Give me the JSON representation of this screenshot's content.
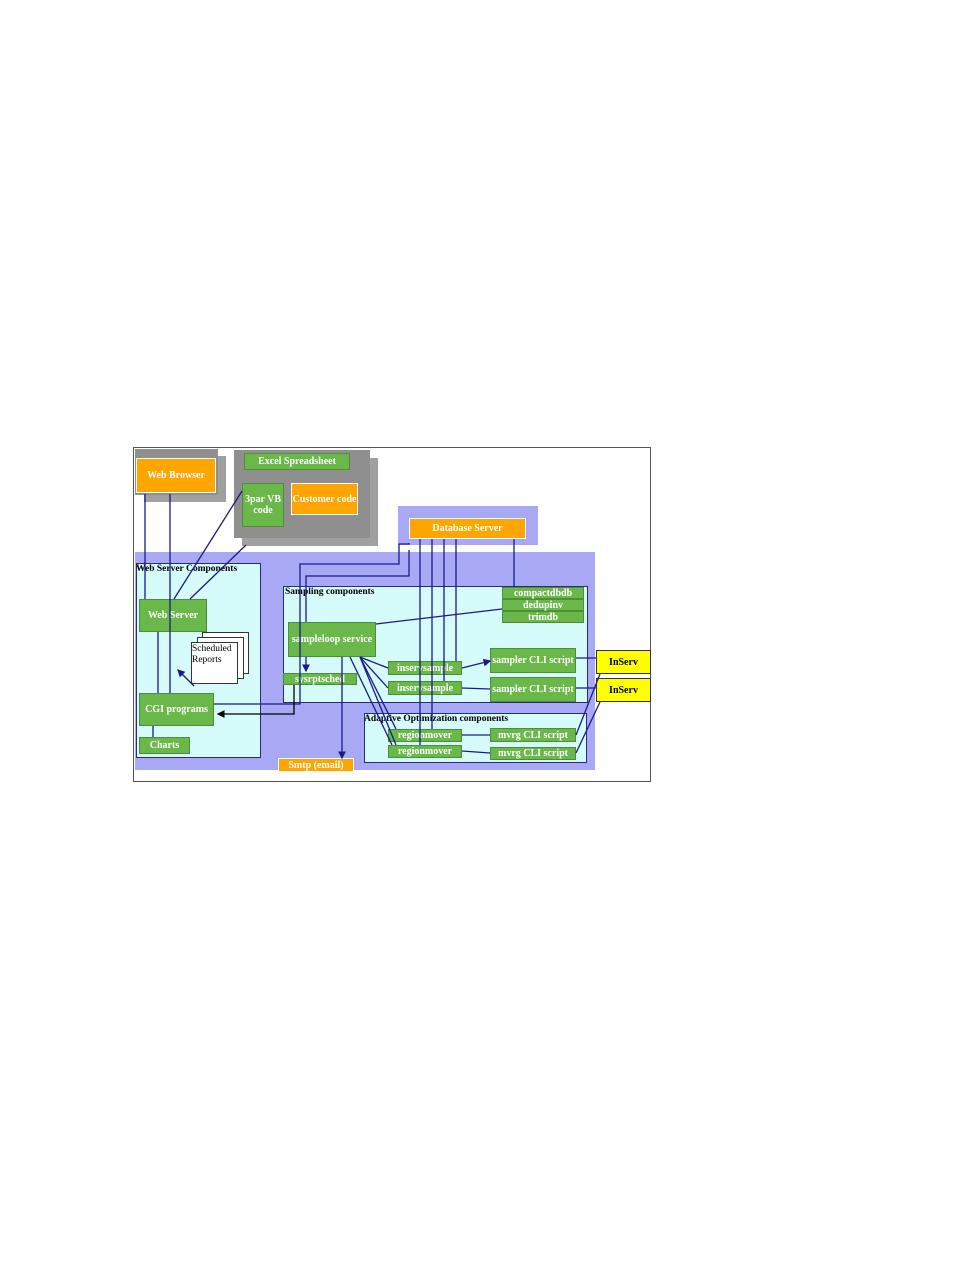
{
  "labels": {
    "web_browser": "Web Browser",
    "excel_spreadsheet": "Excel Spreadsheet",
    "vb_code": "3par VB code",
    "customer_code": "Customer code",
    "database_server": "Database Server",
    "web_server_components": "Web Server Components",
    "web_server": "Web Server",
    "scheduled_reports": "Scheduled Reports",
    "cgi_programs": "CGI programs",
    "charts": "Charts",
    "sampling_components": "Sampling components",
    "compactdbdb": "compactdbdb",
    "dedupinv": "dedupinv",
    "trimdb": "trimdb",
    "sampleloop_service": "sampleloop service",
    "sysrptsched": "sysrptsched",
    "inservsample_1": "inservsample",
    "inservsample_2": "inservsample",
    "sampler_cli_1": "sampler CLI script",
    "sampler_cli_2": "sampler CLI script",
    "inserv_1": "InServ",
    "inserv_2": "InServ",
    "adaptive_optimization_components": "Adaptive Optimization components",
    "regionmover_1": "regionmover",
    "regionmover_2": "regionmover",
    "mvrg_cli_1": "mvrg CLI script",
    "mvrg_cli_2": "mvrg CLI script",
    "smtp": "Smtp (email)"
  },
  "colors": {
    "component_green": "#6ab84a",
    "endpoint_orange": "#ffa500",
    "inserv_yellow": "#ffff00",
    "region_blue": "#a8a8f4",
    "panel_cyan": "#d6fbfb",
    "connector_navy": "#1a1a8c"
  }
}
